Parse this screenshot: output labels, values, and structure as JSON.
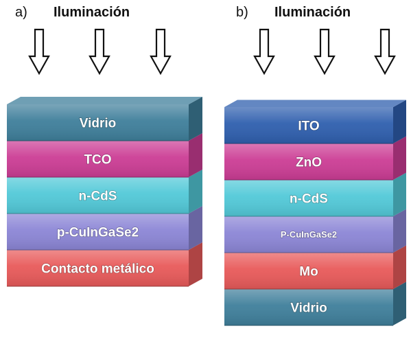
{
  "panels": [
    {
      "letter": "a)",
      "title": "Iluminación",
      "arrows": 3,
      "layers": [
        {
          "label": "Vidrio",
          "color": "#3f7f9b"
        },
        {
          "label": "TCO",
          "color": "#cc3d95"
        },
        {
          "label": "n-CdS",
          "color": "#52c9d8"
        },
        {
          "label": "p-CuInGaSe2",
          "color": "#8c86d6"
        },
        {
          "label": "Contacto metálico",
          "color": "#e85a5a"
        }
      ]
    },
    {
      "letter": "b)",
      "title": "Iluminación",
      "arrows": 3,
      "layers": [
        {
          "label": "ITO",
          "color": "#2f5fae"
        },
        {
          "label": "ZnO",
          "color": "#cc3d95"
        },
        {
          "label": "n-CdS",
          "color": "#52c9d8"
        },
        {
          "label": "P-CuInGaSe2",
          "color": "#8c86d6"
        },
        {
          "label": "Mo",
          "color": "#e85a5a"
        },
        {
          "label": "Vidrio",
          "color": "#3f7f9b"
        }
      ]
    }
  ]
}
